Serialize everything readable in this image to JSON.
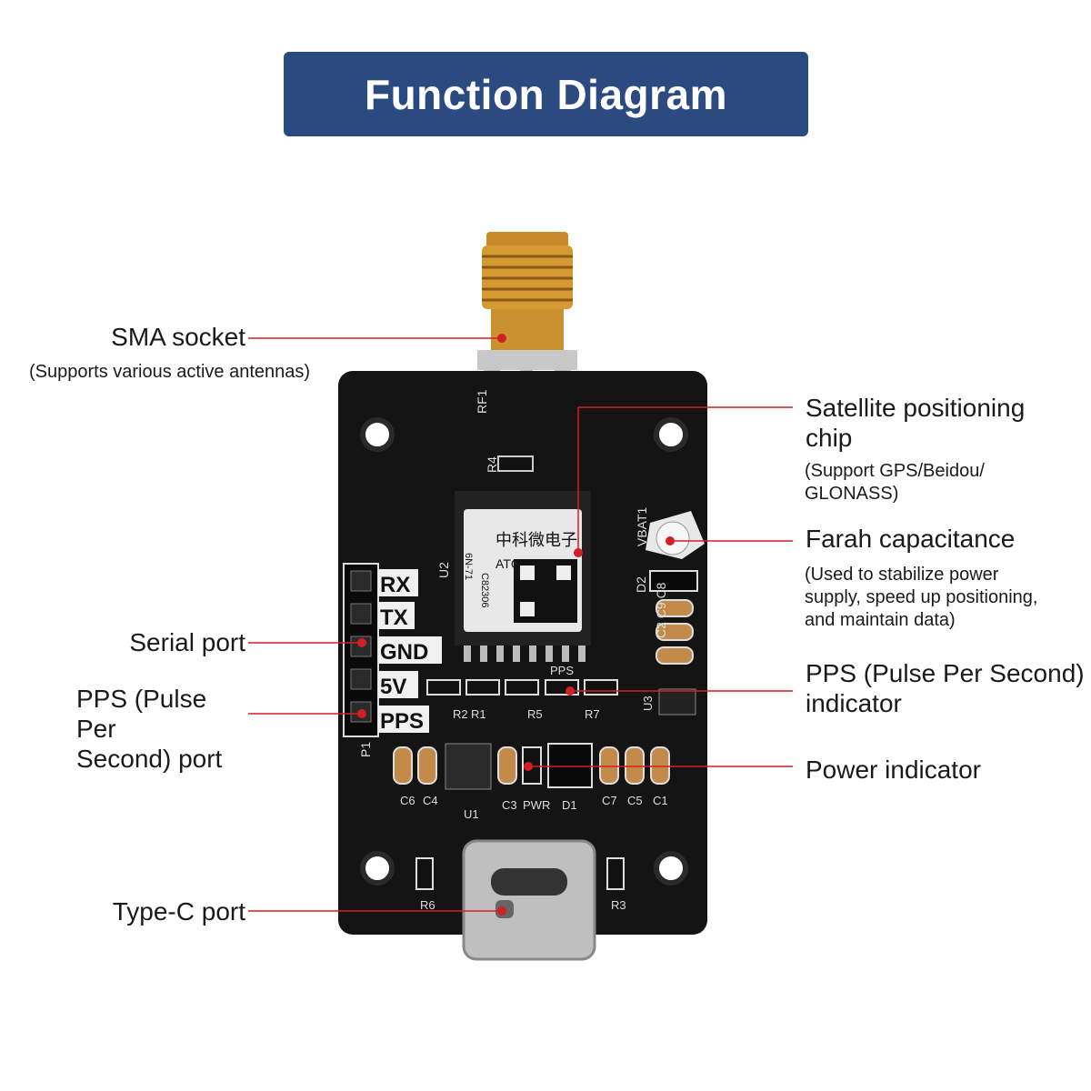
{
  "title": "Function Diagram",
  "colors": {
    "banner": "#2b4a7f",
    "pointer": "#d21f26",
    "board": "#141414"
  },
  "board": {
    "antenna_label": "RF1",
    "resistor_r4": "R4",
    "chip_label": "U2",
    "chip_text_line1": "中科微电子",
    "chip_text_line2": "ATGM336H",
    "chip_text_line3": "6N-71",
    "chip_text_line4": "C82306",
    "vbat_label": "VBAT1",
    "d2_label": "D2",
    "cap_labels": "C2 C9 C8",
    "pin_labels": [
      "RX",
      "TX",
      "GND",
      "5V",
      "PPS"
    ],
    "p1_label": "P1",
    "pps_small": "PPS",
    "r_labels": [
      "R2",
      "R1",
      "R5",
      "R7"
    ],
    "u3_label": "U3",
    "bottom_labels": [
      "C6",
      "C4",
      "U1",
      "C3",
      "PWR",
      "D1",
      "C7",
      "C5",
      "C1"
    ],
    "r6_label": "R6",
    "r3_label": "R3"
  },
  "callouts": {
    "sma": {
      "title": "SMA socket",
      "sub": "(Supports various active antennas)"
    },
    "chip": {
      "title": "Satellite positioning\nchip",
      "sub": "(Support GPS/Beidou/\nGLONASS)"
    },
    "farah": {
      "title": "Farah capacitance",
      "sub": "(Used to stabilize power\nsupply, speed up positioning,\nand maintain data)"
    },
    "serial": {
      "title": "Serial port"
    },
    "pps_port": {
      "title": "PPS (Pulse Per\nSecond) port"
    },
    "pps_ind": {
      "title": "PPS (Pulse Per Second)\nindicator"
    },
    "power": {
      "title": "Power indicator"
    },
    "typec": {
      "title": "Type-C port"
    }
  }
}
